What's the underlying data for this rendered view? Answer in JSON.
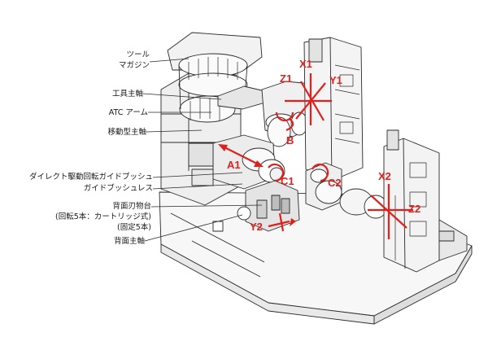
{
  "labels": {
    "tool_magazine_line1": "ツール",
    "tool_magazine_line2": "マガジン",
    "tool_spindle": "工具主軸",
    "atc_arm": "ATC アーム",
    "moving_spindle": "移動型主軸",
    "direct_drive_guide_bush": "ダイレクト駆動回転ガイドブッシュ",
    "guide_bushless": "ガイドブッシュレス",
    "back_tool_post": "背面刃物台",
    "back_tool_post_note1": "(回転5本：カートリッジ式)",
    "back_tool_post_note2": "(固定5本)",
    "back_spindle": "背面主軸"
  },
  "axes": {
    "x1": "X1",
    "y1": "Y1",
    "z1": "Z1",
    "b": "B",
    "a1": "A1",
    "c1": "C1",
    "c2": "C2",
    "x2": "X2",
    "z2": "Z2",
    "y2": "Y2"
  },
  "colors": {
    "axis_red": "#e0201c",
    "line_dark": "#2a2a2a",
    "text": "#1a1a1a"
  }
}
